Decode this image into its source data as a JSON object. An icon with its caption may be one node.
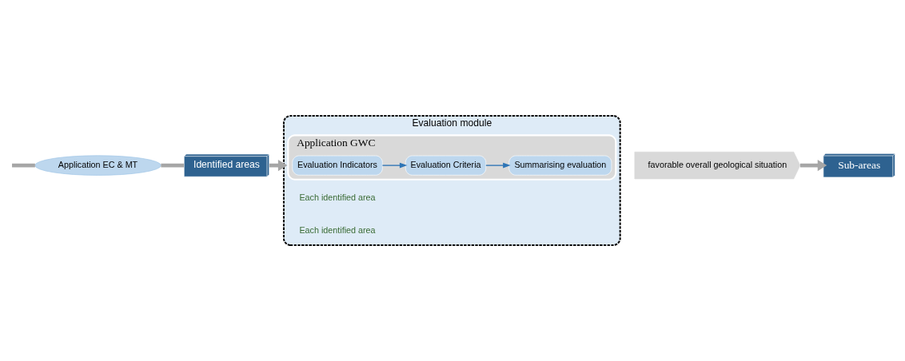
{
  "diagram": {
    "nodes": [
      {
        "text": [
          "Application EC & MT"
        ]
      },
      {
        "text": [
          "Identified areas"
        ]
      },
      {
        "text": [
          "Evaluation module"
        ]
      },
      {
        "text": [
          "Application GWC"
        ],
        "in": 2
      },
      {
        "text": [
          "Evaluation Indicators"
        ],
        "in": 3
      },
      {
        "text": [
          "Evaluation Criteria"
        ],
        "in": 3
      },
      {
        "text": [
          "Summarising evaluation"
        ],
        "in": 3
      },
      {
        "text": [
          "favorable overall geological situation"
        ]
      },
      {
        "text": [
          "Sub-areas"
        ]
      }
    ],
    "edges": [
      {
        "from": null,
        "to": 0,
        "arrow": "none"
      },
      {
        "from": 0,
        "to": 1,
        "arrow": "none"
      },
      {
        "from": 1,
        "to": 2,
        "arrow": "to"
      },
      {
        "from": 4,
        "to": 5,
        "arrow": "to",
        "color": "#2e75b6"
      },
      {
        "from": 5,
        "to": 6,
        "arrow": "to",
        "color": "#2e75b6"
      },
      {
        "from": 7,
        "to": 8,
        "arrow": "to"
      }
    ],
    "labels": [
      "Each identified area",
      "Each identified area"
    ]
  }
}
